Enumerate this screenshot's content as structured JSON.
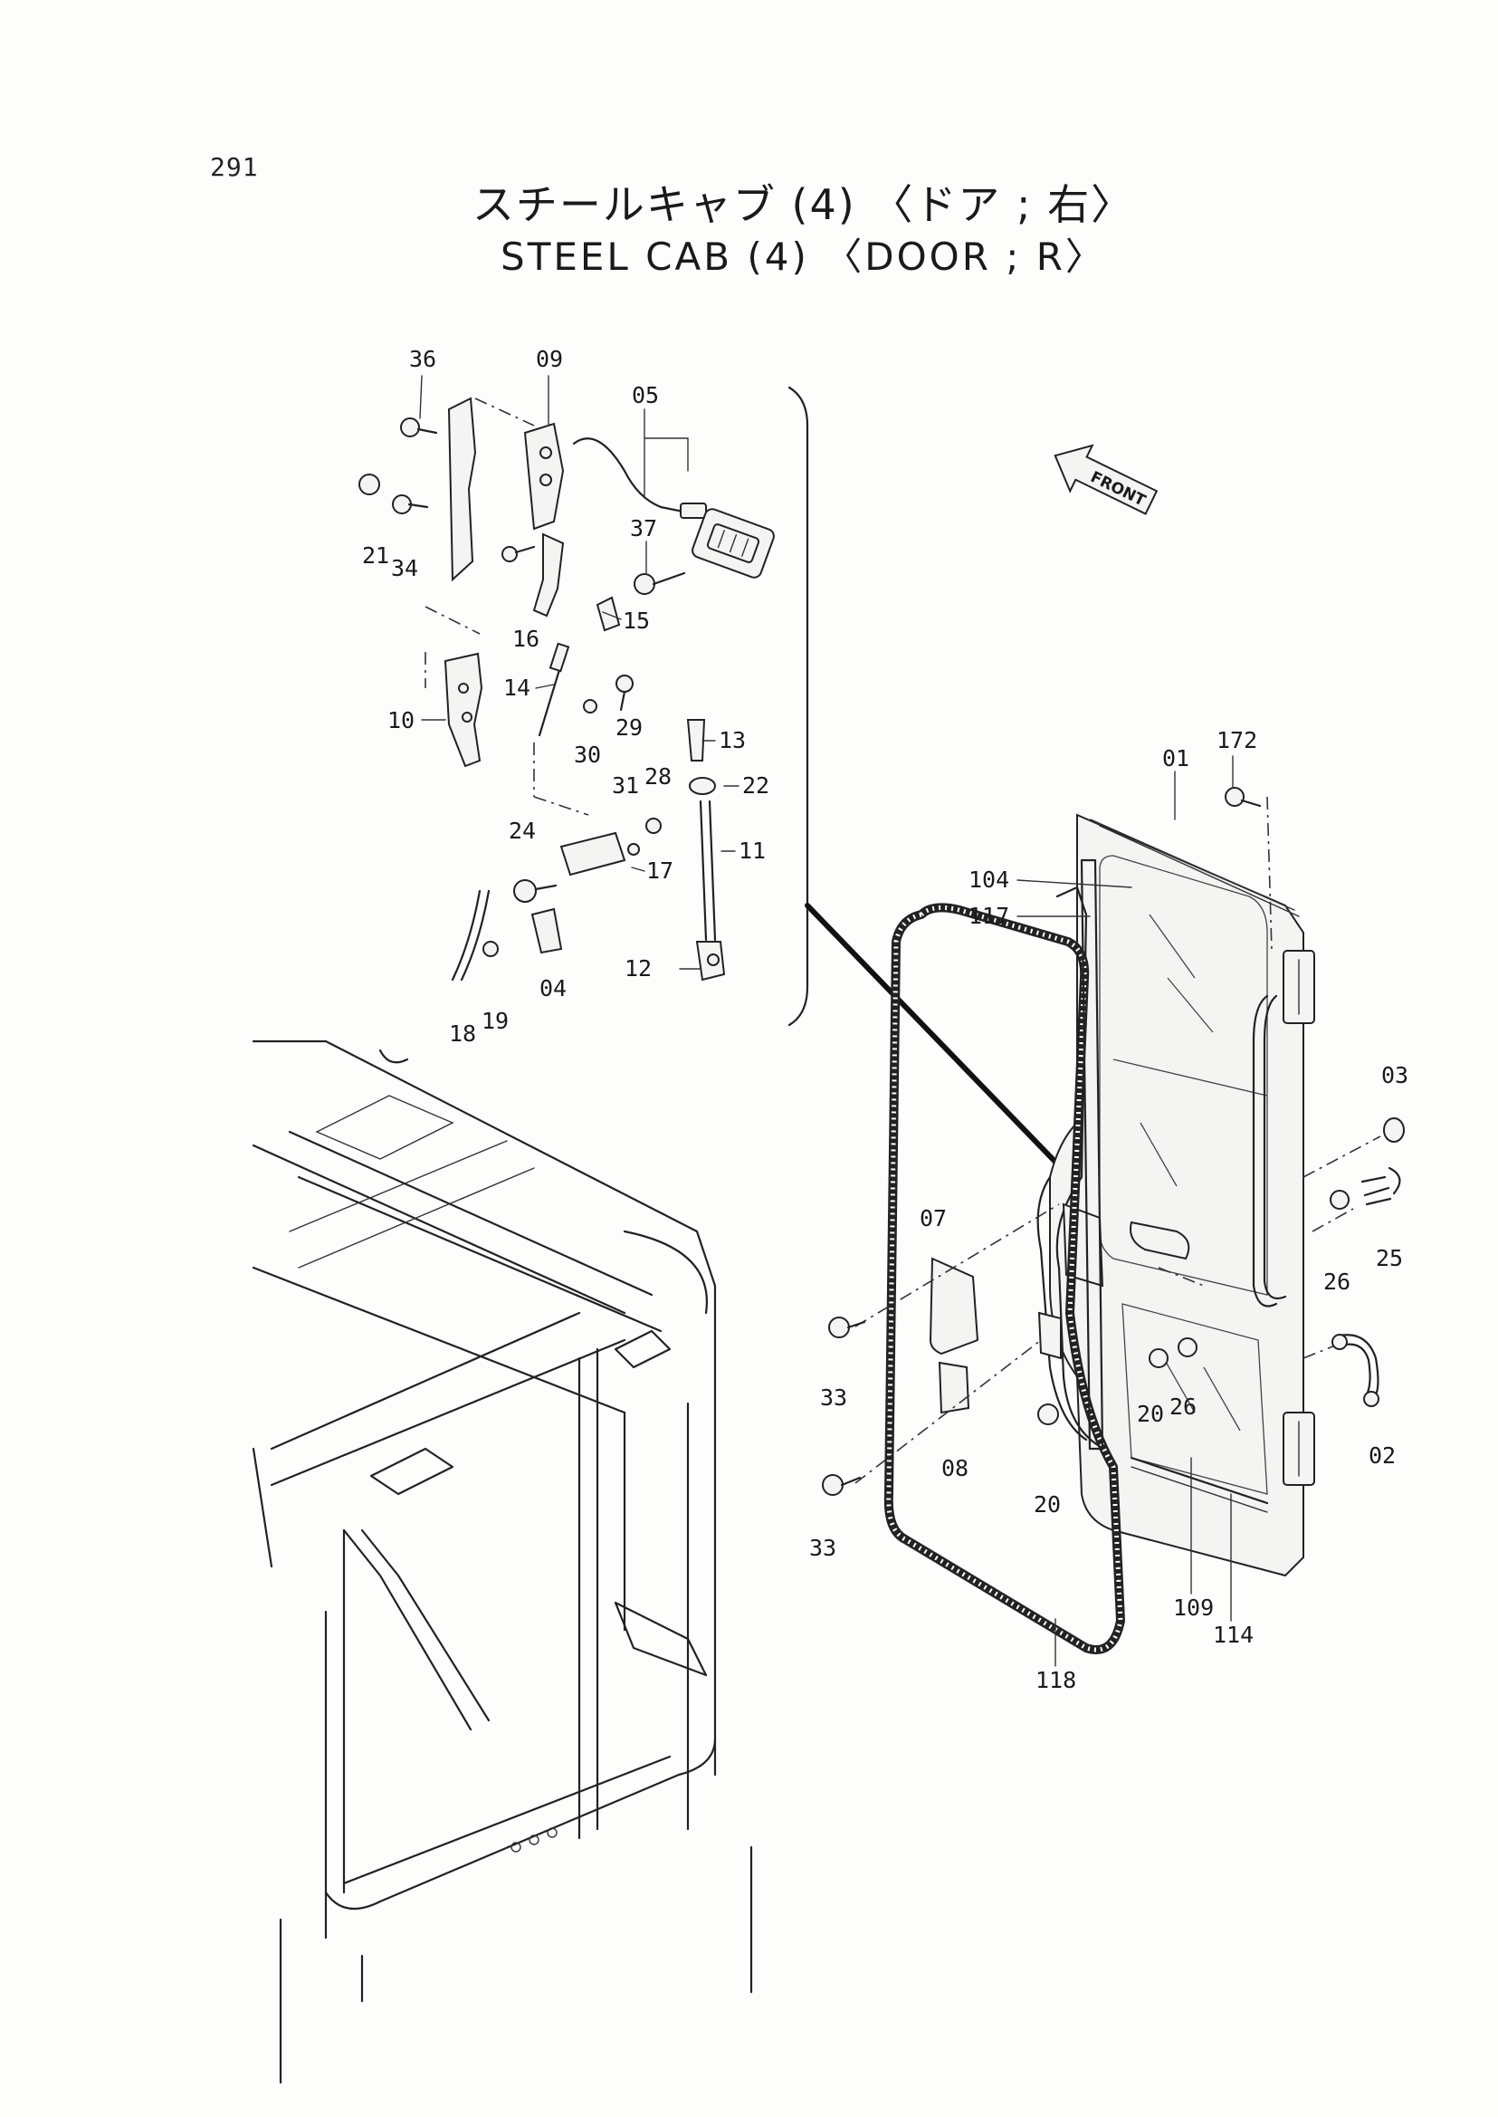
{
  "page_number": "291",
  "title_japanese": "スチールキャブ (4) 〈ドア ; 右〉",
  "title_english": "STEEL CAB (4) 〈DOOR ; R〉",
  "direction_marker": "FRONT",
  "callouts": [
    "36",
    "09",
    "05",
    "21",
    "34",
    "37",
    "16",
    "15",
    "10",
    "14",
    "29",
    "30",
    "13",
    "22",
    "31",
    "28",
    "24",
    "17",
    "11",
    "12",
    "18",
    "19",
    "04",
    "172",
    "01",
    "104",
    "117",
    "03",
    "07",
    "26",
    "25",
    "33",
    "20",
    "26",
    "02",
    "08",
    "20",
    "33",
    "109",
    "114",
    "118"
  ]
}
